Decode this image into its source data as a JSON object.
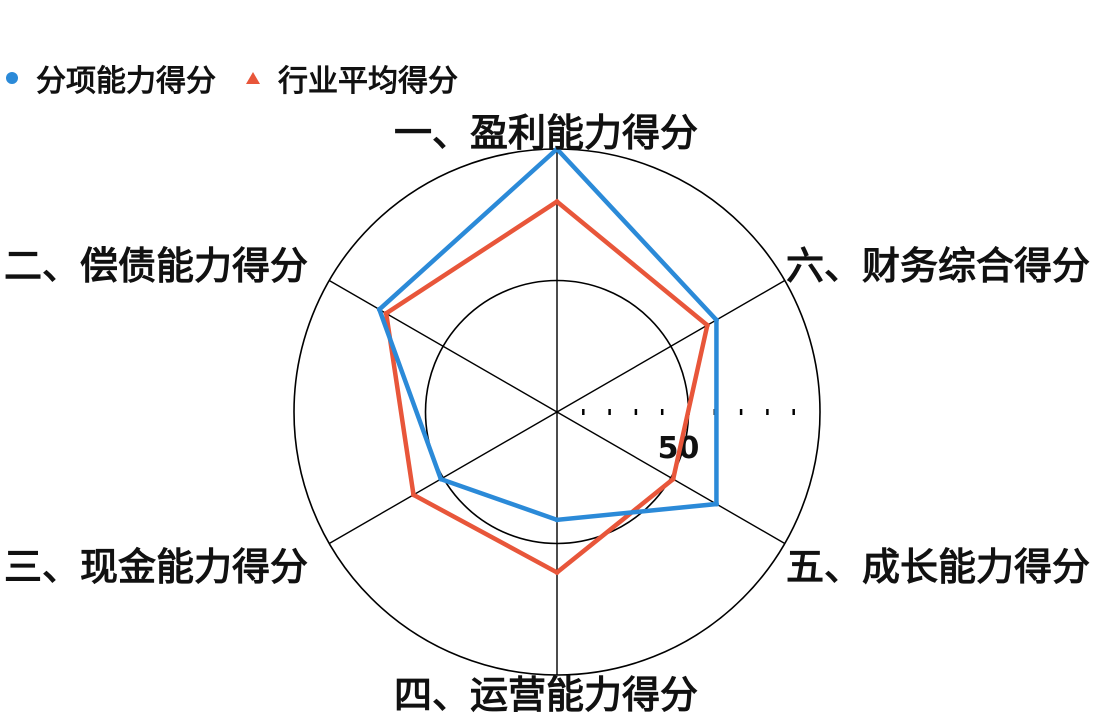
{
  "legend": {
    "series1": "分项能力得分",
    "series2": "行业平均得分"
  },
  "colors": {
    "series1": "#2b8ad8",
    "series2": "#e8563a",
    "grid": "#000000"
  },
  "chart_data": {
    "type": "radar",
    "axes": [
      "一、盈利能力得分",
      "六、财务综合得分",
      "五、成长能力得分",
      "四、运营能力得分",
      "三、现金能力得分",
      "二、偿债能力得分"
    ],
    "rings": [
      50,
      100
    ],
    "range": [
      0,
      100
    ],
    "tick_label": "50",
    "legend_position": "top-left",
    "series": [
      {
        "name": "分项能力得分",
        "values": [
          100,
          70,
          70,
          41,
          51,
          78
        ]
      },
      {
        "name": "行业平均得分",
        "values": [
          80,
          66,
          51,
          61,
          63,
          75
        ]
      }
    ]
  }
}
